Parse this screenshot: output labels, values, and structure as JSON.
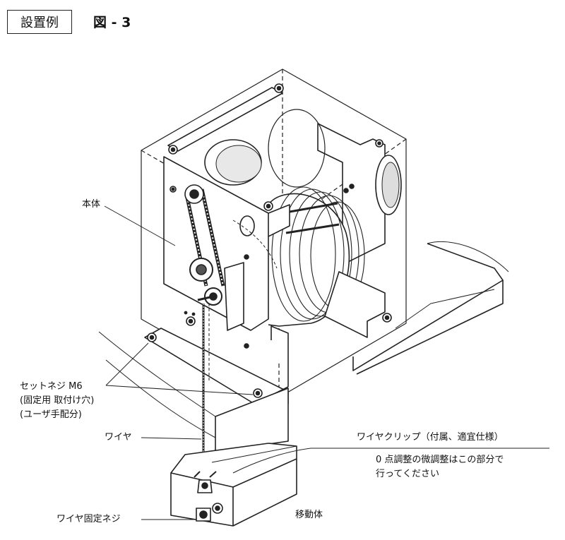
{
  "header": {
    "tag": "設置例",
    "figure": "図 - 3"
  },
  "labels": {
    "main_body": "本体",
    "set_screw_1": "セットネジ M6",
    "set_screw_2": "(固定用 取付け穴)",
    "set_screw_3": "(ユーザ手配分)",
    "wire": "ワイヤ",
    "wire_clip": "ワイヤクリップ（付属、適宜仕様）",
    "zero_adjust_1": "0 点調整の微調整はこの部分で",
    "zero_adjust_2": "行ってください",
    "wire_fix_screw": "ワイヤ固定ネジ",
    "moving_body": "移動体"
  }
}
